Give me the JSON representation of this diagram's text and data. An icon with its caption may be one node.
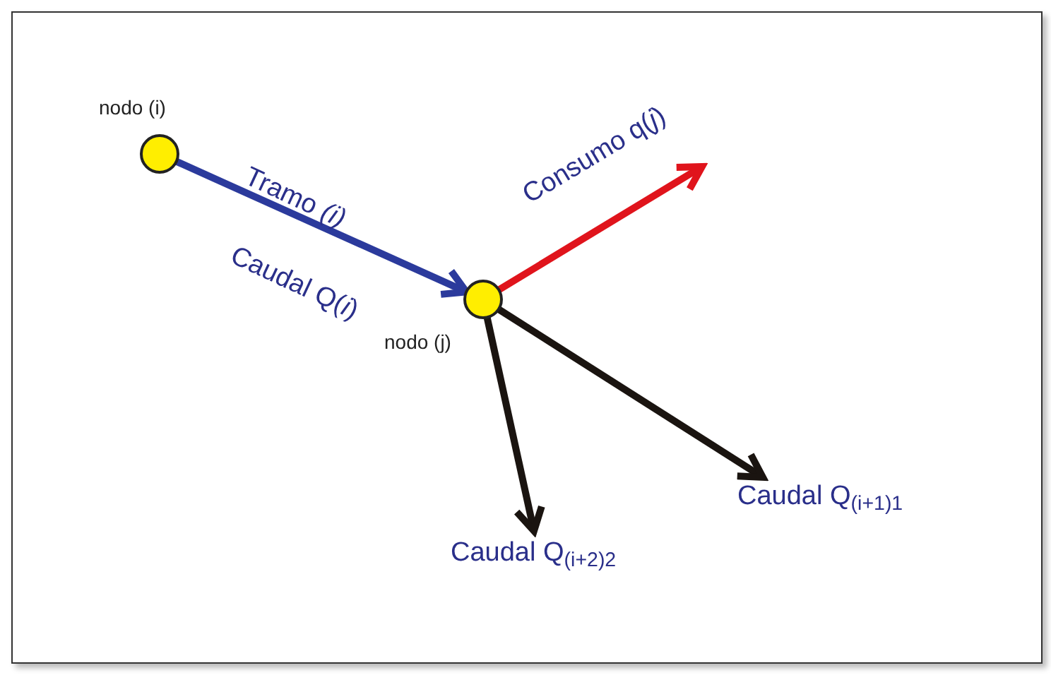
{
  "diagram": {
    "nodes": [
      {
        "text": [],
        "shape": "circle",
        "beside": [
          "nodo (i)"
        ]
      },
      {
        "text": [],
        "shape": "circle",
        "beside": [
          "nodo (j)"
        ]
      },
      {
        "text": [
          "Caudal Q$_{(i+1)1}$"
        ]
      },
      {
        "text": [
          "Caudal Q$_{(i+2)2}$"
        ]
      }
    ],
    "edges": [
      {
        "from": 0,
        "to": 1,
        "arrow": "to",
        "label": "Tramo *(i)*",
        "color": "#2b3a9c"
      },
      {
        "from": 1,
        "to": null,
        "arrow": "to",
        "label": "Consumo q(*j*)",
        "color": "#e0141c"
      },
      {
        "from": 1,
        "to": 2,
        "arrow": "to"
      },
      {
        "from": 1,
        "to": 3,
        "arrow": "to"
      }
    ],
    "labels": [
      "Caudal Q(*i*)"
    ]
  }
}
